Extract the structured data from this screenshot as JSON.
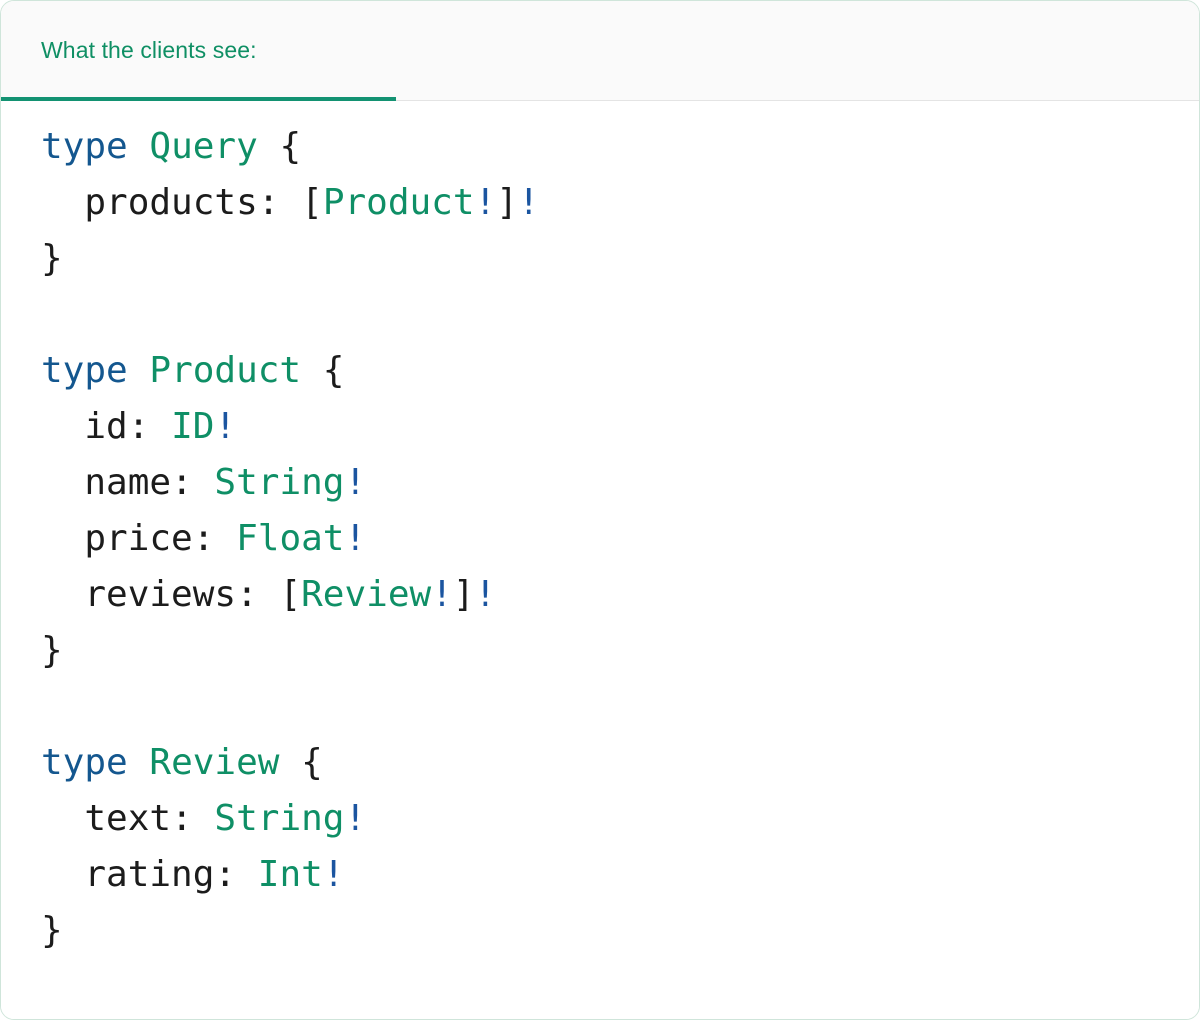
{
  "card": {
    "border_color": "#cfe5da",
    "background": "#ffffff"
  },
  "tabs": {
    "active_index": 0,
    "active_color": "#0f8f64",
    "underline_color": "#139272",
    "strip_background": "#fafafa",
    "items": [
      {
        "label": "What the clients see:"
      }
    ]
  },
  "code": {
    "language": "graphql",
    "colors": {
      "keyword": "#14578f",
      "type": "#0f8f66",
      "punctuation": "#1c1c1c",
      "field": "#1c1c1c",
      "non_null_bang": "#1b55a0"
    },
    "lines": [
      {
        "indent": 0,
        "tokens": [
          {
            "t": "type",
            "c": "kw"
          },
          {
            "t": " ",
            "c": "punct"
          },
          {
            "t": "Query",
            "c": "type"
          },
          {
            "t": " ",
            "c": "punct"
          },
          {
            "t": "{",
            "c": "punct"
          }
        ]
      },
      {
        "indent": 2,
        "tokens": [
          {
            "t": "products:",
            "c": "field"
          },
          {
            "t": " ",
            "c": "punct"
          },
          {
            "t": "[",
            "c": "punct"
          },
          {
            "t": "Product",
            "c": "type"
          },
          {
            "t": "!",
            "c": "bang"
          },
          {
            "t": "]",
            "c": "punct"
          },
          {
            "t": "!",
            "c": "bang"
          }
        ]
      },
      {
        "indent": 0,
        "tokens": [
          {
            "t": "}",
            "c": "punct"
          }
        ]
      },
      {
        "indent": 0,
        "tokens": []
      },
      {
        "indent": 0,
        "tokens": [
          {
            "t": "type",
            "c": "kw"
          },
          {
            "t": " ",
            "c": "punct"
          },
          {
            "t": "Product",
            "c": "type"
          },
          {
            "t": " ",
            "c": "punct"
          },
          {
            "t": "{",
            "c": "punct"
          }
        ]
      },
      {
        "indent": 2,
        "tokens": [
          {
            "t": "id:",
            "c": "field"
          },
          {
            "t": " ",
            "c": "punct"
          },
          {
            "t": "ID",
            "c": "type"
          },
          {
            "t": "!",
            "c": "bang"
          }
        ]
      },
      {
        "indent": 2,
        "tokens": [
          {
            "t": "name:",
            "c": "field"
          },
          {
            "t": " ",
            "c": "punct"
          },
          {
            "t": "String",
            "c": "type"
          },
          {
            "t": "!",
            "c": "bang"
          }
        ]
      },
      {
        "indent": 2,
        "tokens": [
          {
            "t": "price:",
            "c": "field"
          },
          {
            "t": " ",
            "c": "punct"
          },
          {
            "t": "Float",
            "c": "type"
          },
          {
            "t": "!",
            "c": "bang"
          }
        ]
      },
      {
        "indent": 2,
        "tokens": [
          {
            "t": "reviews:",
            "c": "field"
          },
          {
            "t": " ",
            "c": "punct"
          },
          {
            "t": "[",
            "c": "punct"
          },
          {
            "t": "Review",
            "c": "type"
          },
          {
            "t": "!",
            "c": "bang"
          },
          {
            "t": "]",
            "c": "punct"
          },
          {
            "t": "!",
            "c": "bang"
          }
        ]
      },
      {
        "indent": 0,
        "tokens": [
          {
            "t": "}",
            "c": "punct"
          }
        ]
      },
      {
        "indent": 0,
        "tokens": []
      },
      {
        "indent": 0,
        "tokens": [
          {
            "t": "type",
            "c": "kw"
          },
          {
            "t": " ",
            "c": "punct"
          },
          {
            "t": "Review",
            "c": "type"
          },
          {
            "t": " ",
            "c": "punct"
          },
          {
            "t": "{",
            "c": "punct"
          }
        ]
      },
      {
        "indent": 2,
        "tokens": [
          {
            "t": "text:",
            "c": "field"
          },
          {
            "t": " ",
            "c": "punct"
          },
          {
            "t": "String",
            "c": "type"
          },
          {
            "t": "!",
            "c": "bang"
          }
        ]
      },
      {
        "indent": 2,
        "tokens": [
          {
            "t": "rating:",
            "c": "field"
          },
          {
            "t": " ",
            "c": "punct"
          },
          {
            "t": "Int",
            "c": "type"
          },
          {
            "t": "!",
            "c": "bang"
          }
        ]
      },
      {
        "indent": 0,
        "tokens": [
          {
            "t": "}",
            "c": "punct"
          }
        ]
      }
    ],
    "plain_text": "type Query {\n  products: [Product!]!\n}\n\ntype Product {\n  id: ID!\n  name: String!\n  price: Float!\n  reviews: [Review!]!\n}\n\ntype Review {\n  text: String!\n  rating: Int!\n}"
  }
}
